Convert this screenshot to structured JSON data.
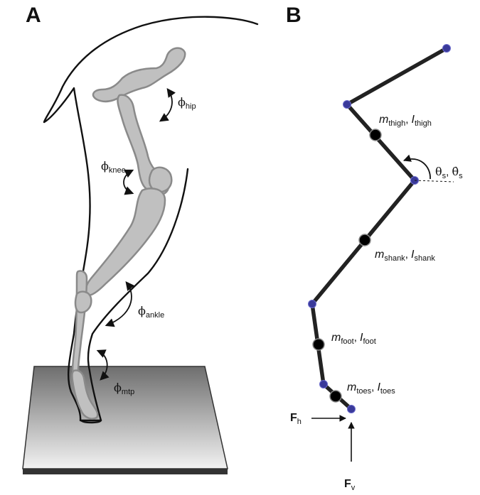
{
  "panels": {
    "a": "A",
    "b": "B"
  },
  "panel_a": {
    "angle_symbol": "ϕ",
    "angles": [
      {
        "sub": "hip"
      },
      {
        "sub": "knee"
      },
      {
        "sub": "ankle"
      },
      {
        "sub": "mtp"
      }
    ]
  },
  "panel_b": {
    "segments": [
      {
        "m": "m",
        "m_sub": "thigh",
        "i": "I",
        "i_sub": "thigh"
      },
      {
        "m": "m",
        "m_sub": "shank",
        "i": "I",
        "i_sub": "shank"
      },
      {
        "m": "m",
        "m_sub": "foot",
        "i": "I",
        "i_sub": "foot"
      },
      {
        "m": "m",
        "m_sub": "toes",
        "i": "I",
        "i_sub": "toes"
      }
    ],
    "theta": {
      "sym": "θ",
      "sub": "s",
      "dot_sym": "θ̇",
      "dot_sub": "s"
    },
    "forces": [
      {
        "sym": "F",
        "sub": "h"
      },
      {
        "sym": "F",
        "sub": "v"
      }
    ]
  },
  "colors": {
    "joint": "#3a3a9a",
    "segment": "#222222",
    "bone": "#c0c0c0"
  }
}
